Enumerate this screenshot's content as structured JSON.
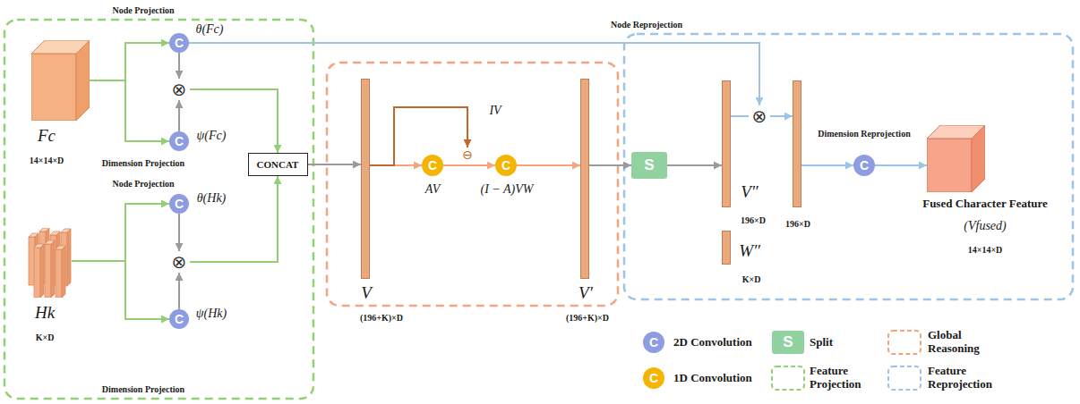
{
  "diagram": {
    "nodes": [
      {
        "text": [
          "Fc",
          "14×14×D"
        ]
      },
      {
        "text": [
          "C"
        ]
      },
      {
        "text": [
          "⊗"
        ]
      },
      {
        "text": [
          "C"
        ]
      },
      {
        "text": [
          "CONCAT"
        ]
      },
      {
        "text": [
          "C"
        ]
      },
      {
        "text": [
          "⊗"
        ]
      },
      {
        "text": [
          "C"
        ]
      },
      {
        "text": [
          "Hk",
          "K×D"
        ]
      },
      {
        "text": [
          "V",
          "(196+K)×D"
        ]
      },
      {
        "text": [
          "C"
        ]
      },
      {
        "text": [
          "⊖"
        ]
      },
      {
        "text": [
          "C"
        ]
      },
      {
        "text": [
          "V′",
          "(196+K)×D"
        ]
      },
      {
        "text": [
          "S"
        ]
      },
      {
        "text": [
          "V″",
          "196×D"
        ]
      },
      {
        "text": [
          "W″",
          "K×D"
        ]
      },
      {
        "text": [
          "⊗"
        ]
      },
      {
        "text": [
          "196×D"
        ]
      },
      {
        "text": [
          "C"
        ]
      },
      {
        "text": [
          "Fused Character Feature",
          "(Vfused)",
          "14×14×D"
        ]
      }
    ],
    "edges": [
      {
        "from": 0,
        "to": 1,
        "arrow": "to"
      },
      {
        "from": 0,
        "to": 3,
        "arrow": "to"
      },
      {
        "from": 1,
        "to": 2,
        "arrow": "to"
      },
      {
        "from": 3,
        "to": 2,
        "arrow": "to"
      },
      {
        "from": 2,
        "to": 4,
        "arrow": "to"
      },
      {
        "from": 8,
        "to": 5,
        "arrow": "to"
      },
      {
        "from": 8,
        "to": 7,
        "arrow": "to"
      },
      {
        "from": 5,
        "to": 6,
        "arrow": "to"
      },
      {
        "from": 7,
        "to": 6,
        "arrow": "to"
      },
      {
        "from": 6,
        "to": 4,
        "arrow": "to"
      },
      {
        "from": 4,
        "to": 9,
        "arrow": "to"
      },
      {
        "from": 9,
        "to": 10,
        "arrow": "to"
      },
      {
        "from": 9,
        "to": 11,
        "arrow": "to"
      },
      {
        "from": 10,
        "to": 12,
        "arrow": "to"
      },
      {
        "from": 12,
        "to": 13,
        "arrow": "to"
      },
      {
        "from": 13,
        "to": 14,
        "arrow": "to"
      },
      {
        "from": 14,
        "to": 15,
        "arrow": "to"
      },
      {
        "from": 1,
        "to": 17,
        "label": "Node Reprojection",
        "arrow": "to"
      },
      {
        "from": 15,
        "to": 17,
        "arrow": "none"
      },
      {
        "from": 17,
        "to": 18,
        "arrow": "to"
      },
      {
        "from": 18,
        "to": 19,
        "arrow": "to"
      },
      {
        "from": 19,
        "to": 20,
        "arrow": "to"
      }
    ],
    "labels": [
      "Node Projection",
      "θ(Fc)",
      "Dimension Projection",
      "ψ(Fc)",
      "Node Projection",
      "θ(Hk)",
      "ψ(Hk)",
      "Dimension Projection",
      "IV",
      "AV",
      "(I − A)VW",
      "Dimension Reprojection",
      "C",
      "C",
      "S"
    ],
    "legend": [
      {
        "text": "2D Convolution"
      },
      {
        "text": "Split"
      },
      {
        "text": "Global Reasoning"
      },
      {
        "text": "1D Convolution"
      },
      {
        "text": "Feature Projection"
      },
      {
        "text": "Feature Reprojection"
      }
    ]
  }
}
